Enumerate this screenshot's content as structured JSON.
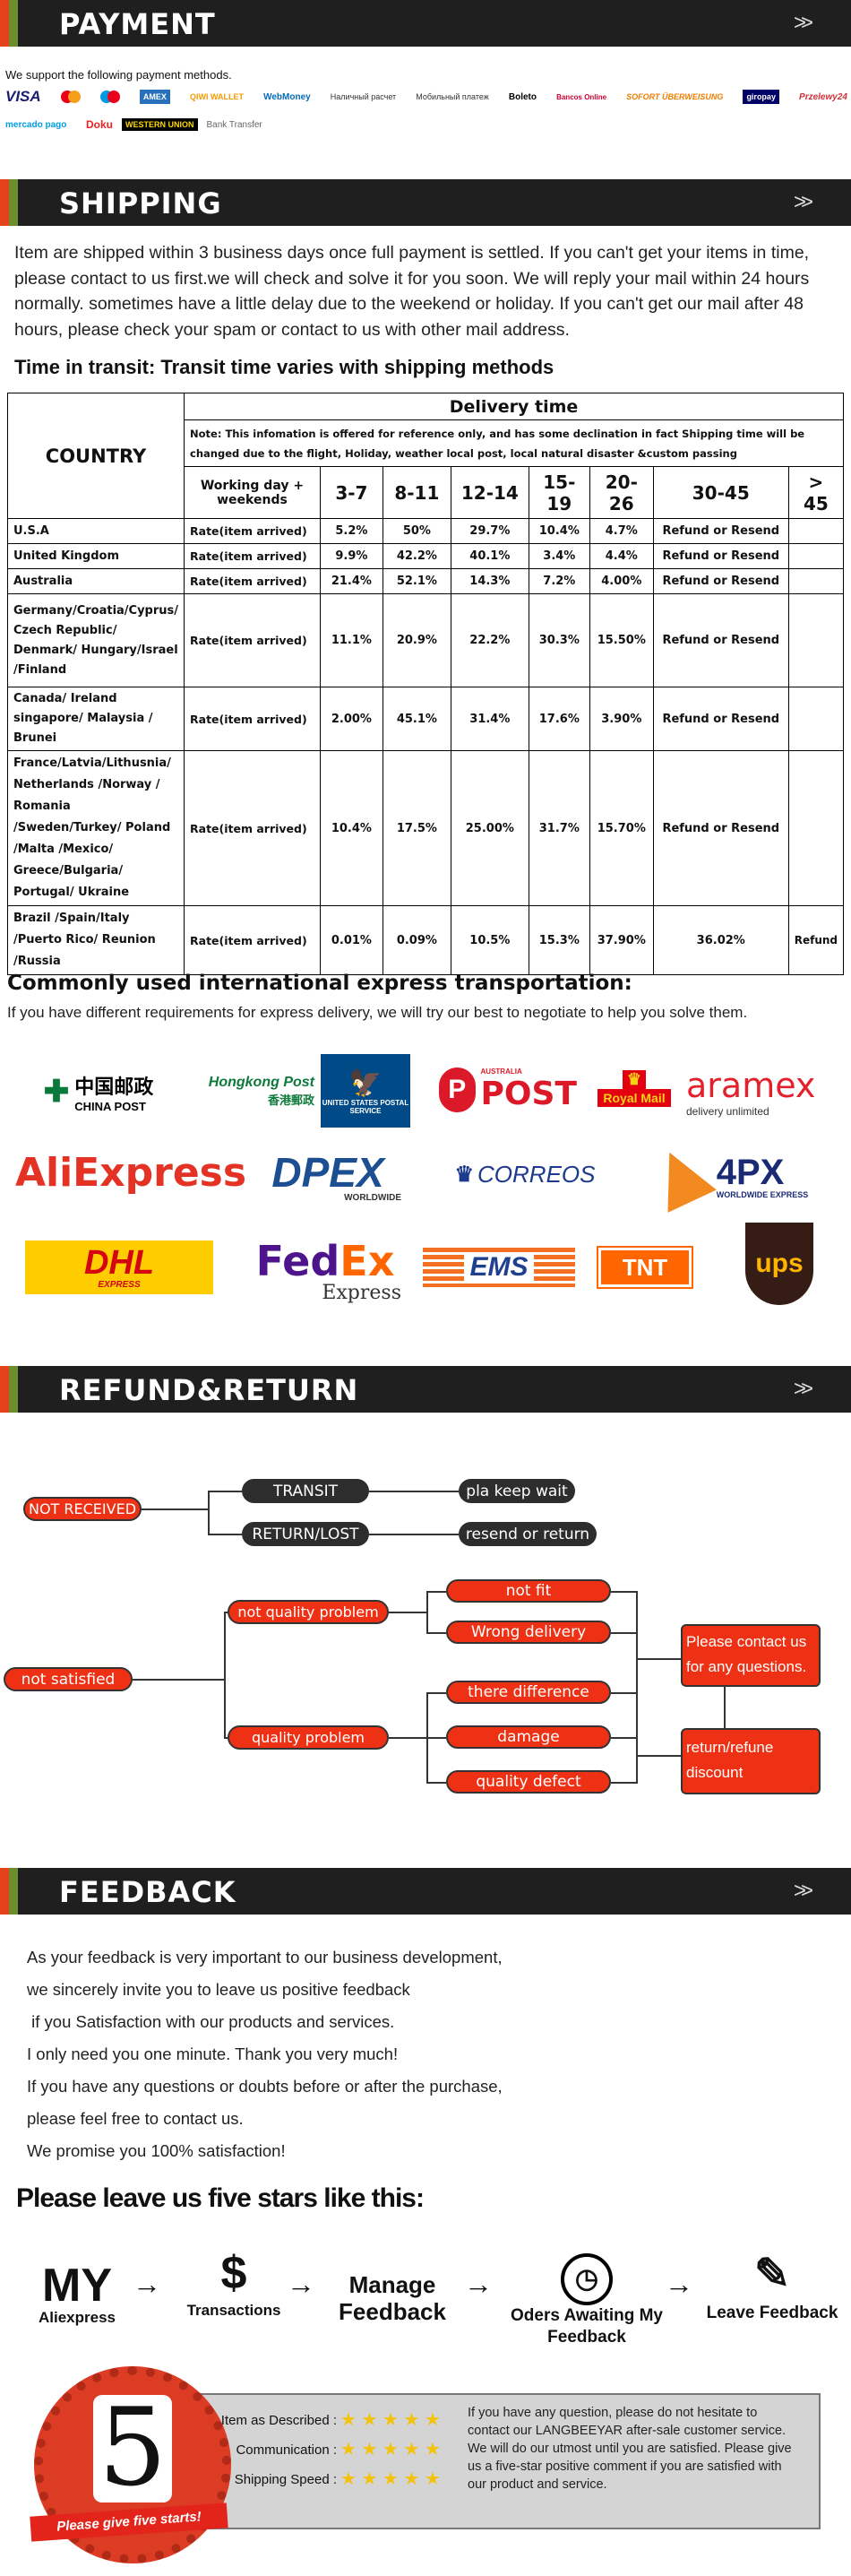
{
  "sections": {
    "payment": "PAYMENT",
    "shipping": "SHIPPING",
    "refund": "REFUND&RETURN",
    "feedback": "FEEDBACK"
  },
  "chevron": ">>",
  "payment": {
    "intro": "We support the following payment methods.",
    "methods_row1": [
      "VISA",
      "MasterCard",
      "Maestro",
      "AMEX",
      "QIWI WALLET",
      "WebMoney",
      "Наличный расчет",
      "Мобильный платеж",
      "Boleto",
      "Bancos Online",
      "SOFORT ÜBERWEISUNG",
      "giropay",
      "Przelewy24"
    ],
    "methods_row2": [
      "mercado pago",
      "Doku",
      "WESTERN UNION",
      "Bank Transfer"
    ]
  },
  "shipping": {
    "paragraph": "Item are shipped within 3 business days once full payment is settled. If you can't get your items in time, please contact to us first.we will check and solve it for you soon. We will reply your mail  within 24 hours normally. sometimes have a little delay due to the weekend or holiday. If you can't get our mail after 48 hours, please check your spam or contact to us with other mail address.",
    "transit_heading": "Time in transit: Transit time varies with shipping methods",
    "table": {
      "country_header": "COUNTRY",
      "delivery_header": "Delivery time",
      "note": "Note: This infomation is offered for reference only, and has some declination in fact Shipping time will be changed due to the flight, Holiday, weather local post, local natural disaster &custom passing",
      "working_day": "Working day + weekends",
      "day_ranges": [
        "3-7",
        "8-11",
        "12-14",
        "15-19",
        "20-26",
        "30-45",
        "> 45"
      ],
      "rows": [
        {
          "country": "U.S.A",
          "rate": "Rate(item arrived)",
          "values": [
            "5.2%",
            "50%",
            "29.7%",
            "10.4%",
            "4.7%",
            "Refund or Resend",
            ""
          ]
        },
        {
          "country": "United Kingdom",
          "rate": "Rate(item arrived)",
          "values": [
            "9.9%",
            "42.2%",
            "40.1%",
            "3.4%",
            "4.4%",
            "Refund or Resend",
            ""
          ]
        },
        {
          "country": "Australia",
          "rate": "Rate(item arrived)",
          "values": [
            "21.4%",
            "52.1%",
            "14.3%",
            "7.2%",
            "4.00%",
            "Refund or Resend",
            ""
          ]
        },
        {
          "country": "Germany/Croatia/Cyprus/ Czech Republic/ Denmark/ Hungary/Israel /Finland",
          "rate": "Rate(item arrived)",
          "values": [
            "11.1%",
            "20.9%",
            "22.2%",
            "30.3%",
            "15.50%",
            "Refund or Resend",
            ""
          ]
        },
        {
          "country": "Canada/ Ireland singapore/ Malaysia / Brunei",
          "rate": "Rate(item arrived)",
          "values": [
            "2.00%",
            "45.1%",
            "31.4%",
            "17.6%",
            "3.90%",
            "Refund or Resend",
            ""
          ]
        },
        {
          "country": "France/Latvia/Lithusnia/ Netherlands /Norway / Romania /Sweden/Turkey/ Poland /Malta /Mexico/ Greece/Bulgaria/ Portugal/ Ukraine",
          "rate": "Rate(item arrived)",
          "values": [
            "10.4%",
            "17.5%",
            "25.00%",
            "31.7%",
            "15.70%",
            "Refund or Resend",
            ""
          ]
        },
        {
          "country": "Brazil /Spain/Italy /Puerto Rico/ Reunion /Russia",
          "rate": "Rate(item arrived)",
          "values": [
            "0.01%",
            "0.09%",
            "10.5%",
            "15.3%",
            "37.90%",
            "36.02%",
            "Refund"
          ]
        }
      ]
    },
    "express_heading": "Commonly used international express transportation:",
    "express_text": "If you have different requirements for express delivery, we will try our best to negotiate to help you solve them.",
    "carriers": {
      "china_post": "中国邮政",
      "china_post_en": "CHINA POST",
      "hongkong_post": "Hongkong Post",
      "hongkong_post_cn": "香港郵政",
      "usps": "UNITED STATES POSTAL SERVICE",
      "aus_post": "POST",
      "aus_post_small": "AUSTRALIA",
      "royal_mail": "Royal Mail",
      "aramex": "aramex",
      "aramex_sub": "delivery unlimited",
      "aliexpress": "AliExpress",
      "dpex": "DPEX",
      "dpex_sub": "WORLDWIDE",
      "correos": "CORREOS",
      "fourpx": "4PX",
      "fourpx_sub": "WORLDWIDE EXPRESS",
      "dhl": "DHL",
      "dhl_sub": "EXPRESS",
      "fedex_fed": "Fed",
      "fedex_ex": "Ex",
      "fedex_sub": "Express",
      "ems": "EMS",
      "tnt": "TNT",
      "ups": "ups"
    }
  },
  "refund": {
    "not_received": "NOT RECEIVED",
    "transit": "TRANSIT",
    "pla_keep_wait": "pla keep wait",
    "return_lost": "RETURN/LOST",
    "resend_or_return": "resend or return",
    "not_satisfied": "not satisfied",
    "not_quality_problem": "not quality problem",
    "quality_problem": "quality problem",
    "not_fit": "not fit",
    "wrong_delivery": "Wrong delivery",
    "there_difference": "there difference",
    "damage": "damage",
    "quality_defect": "quality defect",
    "contact_us": "Please contact us for any questions.",
    "return_refund": "return/refune discount"
  },
  "feedback": {
    "lines": [
      "As your feedback is very important to our business development,",
      "we sincerely invite you to leave us positive feedback",
      " if you Satisfaction with our products and services.",
      "I only need you one minute. Thank you very much!",
      "If you have any questions or doubts before or after the purchase,",
      "please feel free to contact us.",
      "We promise you 100% satisfaction!"
    ],
    "five_stars_heading": "Please leave us five stars like this:",
    "steps": {
      "my": "MY",
      "aliexpress": "Aliexpress",
      "transactions": "Transactions",
      "manage": "Manage Feedback",
      "awaiting": "Oders Awaiting My Feedback",
      "leave": "Leave Feedback"
    },
    "badge_number": "5",
    "badge_text": "Please give five starts!",
    "ratings": [
      "Item as Described :",
      "Communication :",
      "Shipping Speed :"
    ],
    "stars": "★ ★ ★ ★ ★",
    "note": "If you have any question, please do not hesitate to contact our LANGBEEYAR after-sale customer service. We will do our utmost until you are satisfied. Please give us a five-star positive comment if you are satisfied with our product and service."
  }
}
